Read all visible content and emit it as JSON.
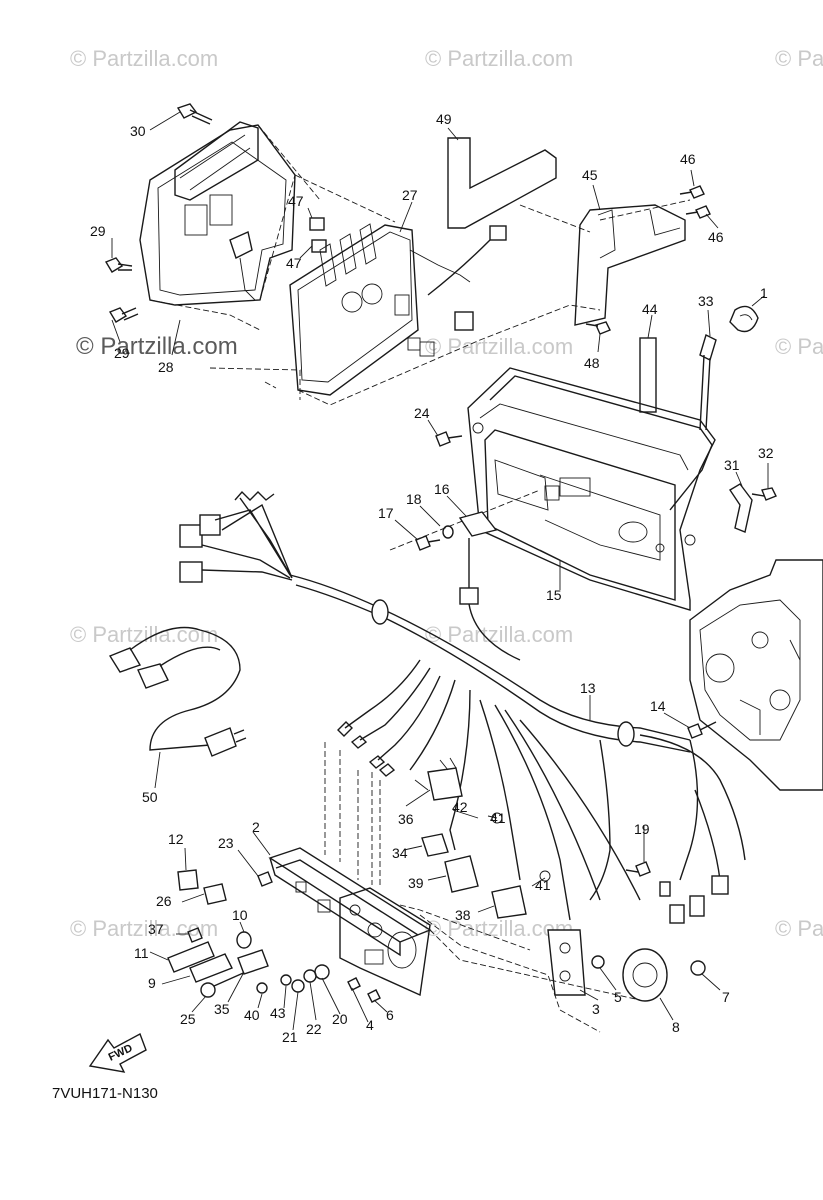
{
  "watermark": {
    "text": "© Partzilla.com"
  },
  "diagram_code": "7VUH171-N130",
  "fwd_label": "FWD",
  "callouts": [
    {
      "id": "c1",
      "label": "1"
    },
    {
      "id": "c2",
      "label": "2"
    },
    {
      "id": "c3",
      "label": "3"
    },
    {
      "id": "c4",
      "label": "4"
    },
    {
      "id": "c5",
      "label": "5"
    },
    {
      "id": "c6",
      "label": "6"
    },
    {
      "id": "c7",
      "label": "7"
    },
    {
      "id": "c8",
      "label": "8"
    },
    {
      "id": "c9",
      "label": "9"
    },
    {
      "id": "c10",
      "label": "10"
    },
    {
      "id": "c11",
      "label": "11"
    },
    {
      "id": "c12",
      "label": "12"
    },
    {
      "id": "c13",
      "label": "13"
    },
    {
      "id": "c14",
      "label": "14"
    },
    {
      "id": "c15",
      "label": "15"
    },
    {
      "id": "c16",
      "label": "16"
    },
    {
      "id": "c17",
      "label": "17"
    },
    {
      "id": "c18",
      "label": "18"
    },
    {
      "id": "c19",
      "label": "19"
    },
    {
      "id": "c20",
      "label": "20"
    },
    {
      "id": "c21",
      "label": "21"
    },
    {
      "id": "c22",
      "label": "22"
    },
    {
      "id": "c23",
      "label": "23"
    },
    {
      "id": "c24",
      "label": "24"
    },
    {
      "id": "c25",
      "label": "25"
    },
    {
      "id": "c26",
      "label": "26"
    },
    {
      "id": "c27",
      "label": "27"
    },
    {
      "id": "c28",
      "label": "28"
    },
    {
      "id": "c29a",
      "label": "29"
    },
    {
      "id": "c29b",
      "label": "29"
    },
    {
      "id": "c30",
      "label": "30"
    },
    {
      "id": "c31",
      "label": "31"
    },
    {
      "id": "c32",
      "label": "32"
    },
    {
      "id": "c33",
      "label": "33"
    },
    {
      "id": "c34",
      "label": "34"
    },
    {
      "id": "c35",
      "label": "35"
    },
    {
      "id": "c36",
      "label": "36"
    },
    {
      "id": "c37",
      "label": "37"
    },
    {
      "id": "c38",
      "label": "38"
    },
    {
      "id": "c39",
      "label": "39"
    },
    {
      "id": "c40",
      "label": "40"
    },
    {
      "id": "c41a",
      "label": "41"
    },
    {
      "id": "c41b",
      "label": "41"
    },
    {
      "id": "c42",
      "label": "42"
    },
    {
      "id": "c43",
      "label": "43"
    },
    {
      "id": "c44",
      "label": "44"
    },
    {
      "id": "c45",
      "label": "45"
    },
    {
      "id": "c46a",
      "label": "46"
    },
    {
      "id": "c46b",
      "label": "46"
    },
    {
      "id": "c47a",
      "label": "47"
    },
    {
      "id": "c47b",
      "label": "47"
    },
    {
      "id": "c48",
      "label": "48"
    },
    {
      "id": "c49",
      "label": "49"
    },
    {
      "id": "c50",
      "label": "50"
    }
  ]
}
